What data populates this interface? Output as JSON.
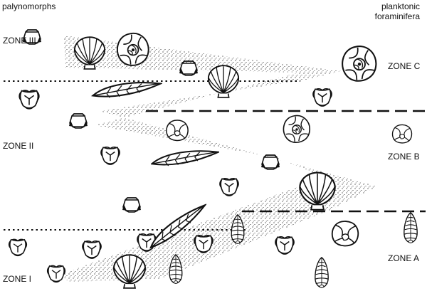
{
  "headers": {
    "left": "palynomorphs",
    "right_line1": "planktonic",
    "right_line2": "foraminifera"
  },
  "palynomorph_zones": [
    "ZONE III",
    "ZONE II",
    "ZONE I"
  ],
  "foraminifera_zones": [
    "ZONE C",
    "ZONE B",
    "ZONE A"
  ],
  "colors": {
    "ink": "#111111",
    "background": "#ffffff"
  },
  "icons": [
    "trilete-spore-icon",
    "dinocyst-icon",
    "scallop-shell-icon",
    "leaf-icon",
    "trochospiral-foram-icon",
    "planispiral-foram-icon",
    "biserial-foram-icon"
  ]
}
